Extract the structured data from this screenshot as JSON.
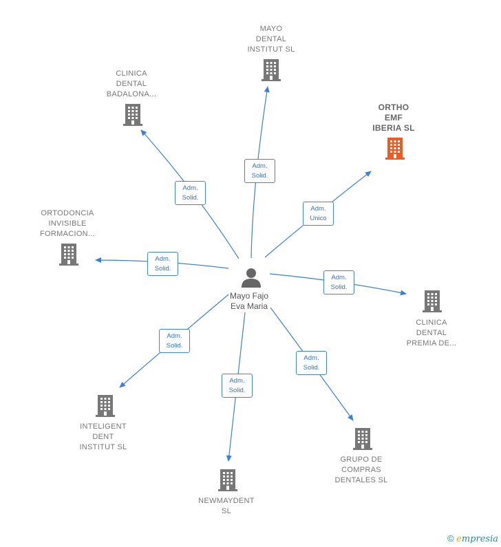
{
  "center": {
    "name_lines": [
      "Mayo Fajo",
      "Eva Maria"
    ],
    "icon": "person-icon",
    "color": "#666666"
  },
  "nodes": [
    {
      "id": "mayo-dental-institut",
      "lines": [
        "MAYO",
        "DENTAL",
        "INSTITUT  SL"
      ],
      "icon": "building-icon",
      "color": "#777777",
      "highlight": false
    },
    {
      "id": "clinica-dental-badalona",
      "lines": [
        "CLINICA",
        "DENTAL",
        "BADALONA..."
      ],
      "icon": "building-icon",
      "color": "#777777",
      "highlight": false
    },
    {
      "id": "ortho-emf-iberia",
      "lines": [
        "ORTHO",
        "EMF",
        "IBERIA  SL"
      ],
      "icon": "building-icon",
      "color": "#f05a22",
      "highlight": true
    },
    {
      "id": "ortodoncia-invisible",
      "lines": [
        "ORTODONCIA",
        "INVISIBLE",
        "FORMACION..."
      ],
      "icon": "building-icon",
      "color": "#777777",
      "highlight": false
    },
    {
      "id": "clinica-dental-premia",
      "lines": [
        "CLINICA",
        "DENTAL",
        "PREMIA DE..."
      ],
      "icon": "building-icon",
      "color": "#777777",
      "highlight": false
    },
    {
      "id": "inteligent-dent-institut",
      "lines": [
        "INTELIGENT",
        "DENT",
        "INSTITUT  SL"
      ],
      "icon": "building-icon",
      "color": "#777777",
      "highlight": false
    },
    {
      "id": "grupo-de-compras",
      "lines": [
        "GRUPO DE",
        "COMPRAS",
        "DENTALES SL"
      ],
      "icon": "building-icon",
      "color": "#777777",
      "highlight": false
    },
    {
      "id": "newmaydent",
      "lines": [
        "NEWMAYDENT",
        "SL"
      ],
      "icon": "building-icon",
      "color": "#777777",
      "highlight": false
    }
  ],
  "edges": [
    {
      "to": "mayo-dental-institut",
      "label": [
        "Adm.",
        "Solid."
      ]
    },
    {
      "to": "clinica-dental-badalona",
      "label": [
        "Adm.",
        "Solid."
      ]
    },
    {
      "to": "ortho-emf-iberia",
      "label": [
        "Adm.",
        "Unico"
      ]
    },
    {
      "to": "ortodoncia-invisible",
      "label": [
        "Adm.",
        "Solid."
      ]
    },
    {
      "to": "clinica-dental-premia",
      "label": [
        "Adm.",
        "Solid."
      ]
    },
    {
      "to": "inteligent-dent-institut",
      "label": [
        "Adm.",
        "Solid."
      ]
    },
    {
      "to": "grupo-de-compras",
      "label": [
        "Adm.",
        "Solid."
      ]
    },
    {
      "to": "newmaydent",
      "label": [
        "Adm.",
        "Solid."
      ]
    }
  ],
  "edge_color": "#3a80d6",
  "footer": {
    "copyright": "©",
    "brand_initial": "e",
    "brand_rest": "mpresia"
  }
}
